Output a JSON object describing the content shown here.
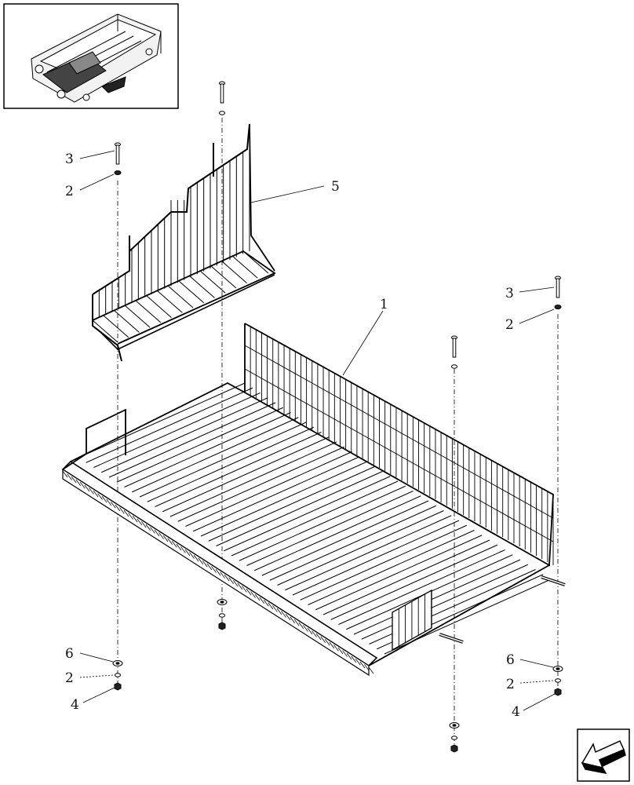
{
  "callouts": [
    {
      "id": "c3a",
      "label": "3"
    },
    {
      "id": "c2a",
      "label": "2"
    },
    {
      "id": "c5",
      "label": "5"
    },
    {
      "id": "c1",
      "label": "1"
    },
    {
      "id": "c3b",
      "label": "3"
    },
    {
      "id": "c2b",
      "label": "2"
    },
    {
      "id": "c6a",
      "label": "6"
    },
    {
      "id": "c2c",
      "label": "2"
    },
    {
      "id": "c4a",
      "label": "4"
    },
    {
      "id": "c6b",
      "label": "6"
    },
    {
      "id": "c2d",
      "label": "2"
    },
    {
      "id": "c4b",
      "label": "4"
    }
  ],
  "icons": {
    "thumbnail": "machine-overview-icon",
    "nav": "back-arrow-icon"
  }
}
